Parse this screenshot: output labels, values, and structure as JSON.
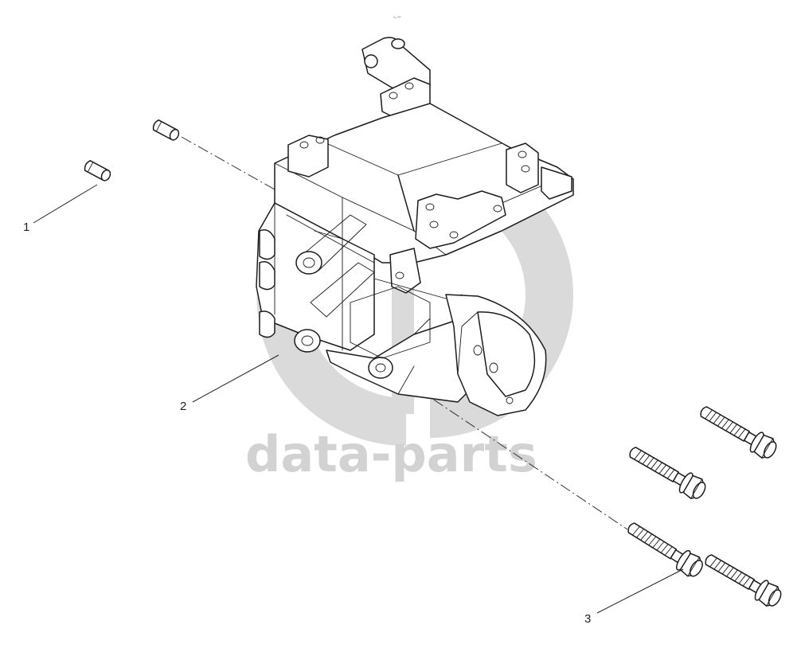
{
  "watermark": {
    "text": "data-parts",
    "color": "#d2d2d2"
  },
  "top_mark": "⁴⁄₆ ᵃᵃᵃ",
  "callouts": [
    {
      "number": "1",
      "part": "dowel-pin"
    },
    {
      "number": "2",
      "part": "bracket"
    },
    {
      "number": "3",
      "part": "bolt"
    }
  ],
  "colors": {
    "line": "#1c1c1c",
    "background": "#ffffff"
  }
}
